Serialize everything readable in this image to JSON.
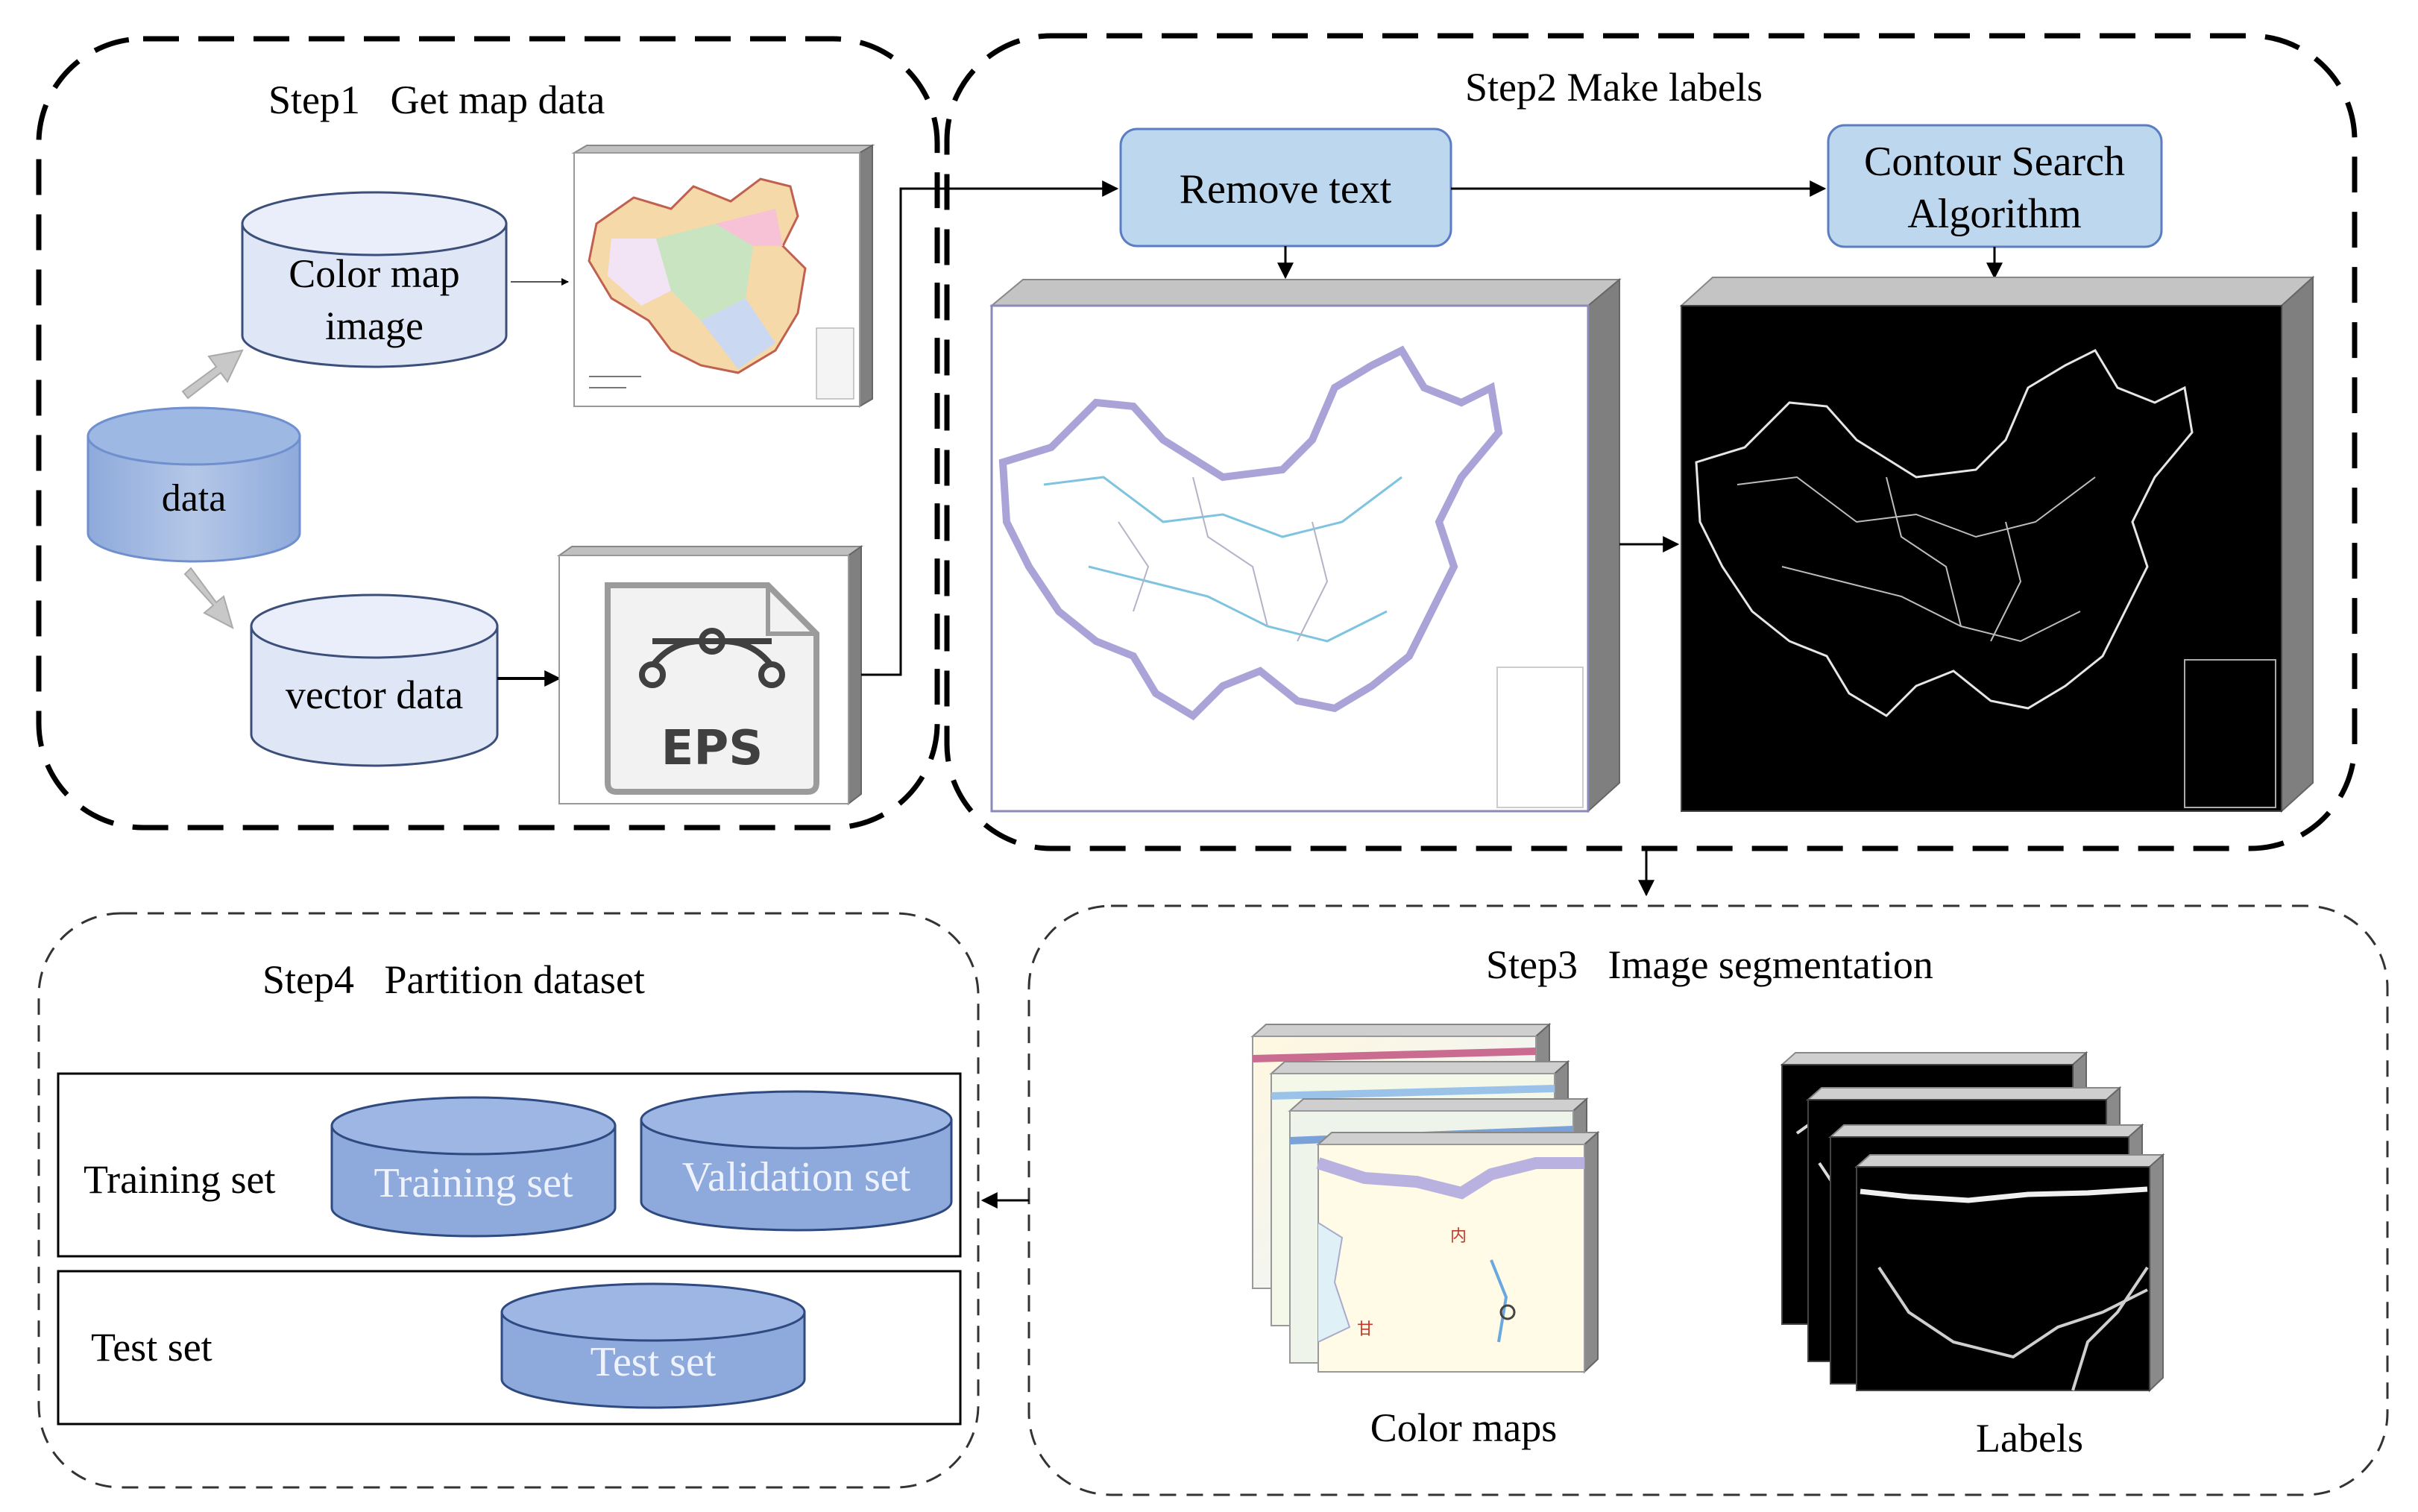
{
  "steps": {
    "step1": "Step1   Get map data",
    "step2": "Step2 Make labels",
    "step3": "Step3   Image segmentation",
    "step4": "Step4   Partition dataset"
  },
  "step1": {
    "data_cylinder": "data",
    "color_map_line1": "Color map",
    "color_map_line2": "image",
    "vector_data": "vector data",
    "eps_label": "EPS"
  },
  "step2": {
    "remove_text": "Remove text",
    "contour_line1": "Contour Search",
    "contour_line2": "Algorithm"
  },
  "step3": {
    "color_maps_caption": "Color maps",
    "labels_caption": "Labels"
  },
  "step4": {
    "training_row_label": "Training set",
    "training_cylinder": "Training set",
    "validation_cylinder": "Validation set",
    "test_row_label": "Test set",
    "test_cylinder": "Test set"
  },
  "colors": {
    "cylinder_fill": "#dfe6f6",
    "cylinder_blue": "#8ea9dc",
    "box_fill": "#bdd7ee",
    "box_stroke": "#5b7ec2"
  }
}
